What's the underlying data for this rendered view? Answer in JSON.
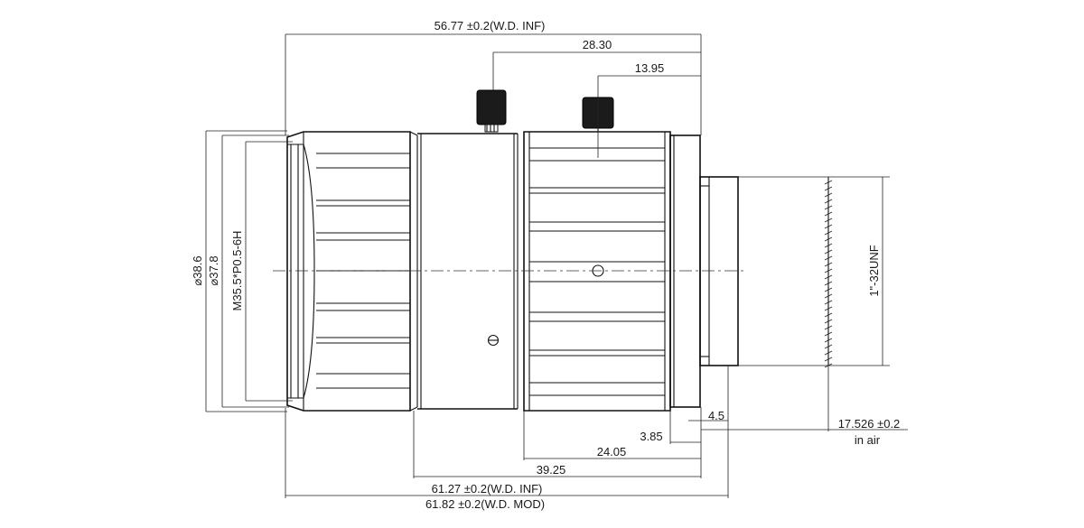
{
  "colors": {
    "line": "#111111",
    "background": "#ffffff",
    "knob": "#1b1b1b"
  },
  "dimensions": {
    "top_overall": "56.77 ±0.2(W.D. INF)",
    "top_2830": "28.30",
    "top_1395": "13.95",
    "dia_386": "38.6",
    "dia_378": "37.8",
    "thread_front": "M35.5*P0.5-6H",
    "thread_mount": "1\"-32UNF",
    "flange_45": "4.5",
    "flange_1752_line1": "17.526 ±0.2",
    "flange_1752_line2": "in air",
    "len_385": "3.85",
    "len_2405": "24.05",
    "len_3925": "39.25",
    "len_6127": "61.27 ±0.2(W.D. INF)",
    "len_6182": "61.82 ±0.2(W.D. MOD)"
  },
  "symbols": {
    "diameter": "⌀"
  }
}
